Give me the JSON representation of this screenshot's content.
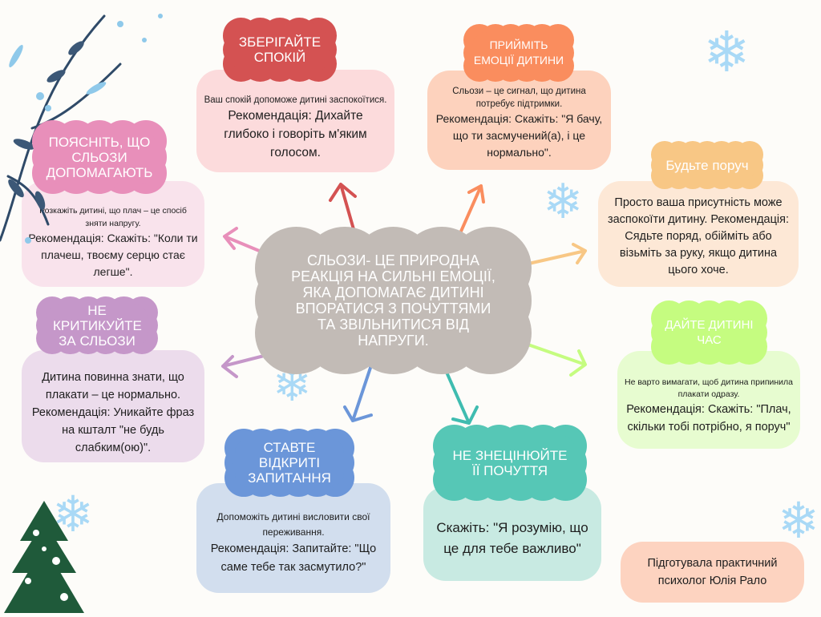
{
  "center": {
    "text": "СЛЬОЗИ- ЦЕ ПРИРОДНА РЕАКЦІЯ НА СИЛЬНІ ЕМОЦІЇ, ЯКА ДОПОМАГАЄ ДИТИНІ ВПОРАТИСЯ З ПОЧУТТЯМИ ТА ЗВІЛЬНИТИСЯ ВІД НАПРУГИ.",
    "color": "#c2bbb6"
  },
  "cards": {
    "calm": {
      "title": "ЗБЕРІГАЙТЕ СПОКІЙ",
      "intro": "Ваш спокій допоможе дитині заспокоїтися.",
      "text": "Рекомендація: Дихайте глибоко і говоріть м'яким голосом.",
      "title_color": "#d45252",
      "box_color": "#fcdbdc"
    },
    "accept": {
      "title": "ПРИЙМІТЬ ЕМОЦІЇ ДИТИНИ",
      "intro": "Сльози – це сигнал, що дитина потребує підтримки.",
      "text": "Рекомендація: Скажіть: \"Я бачу, що ти засмучений(а), і це нормально\".",
      "title_color": "#fa8d5e",
      "box_color": "#fdd2bd"
    },
    "explain": {
      "title": "ПОЯСНІТЬ, ЩО СЛЬОЗИ ДОПОМАГАЮТЬ",
      "intro": "Розкажіть дитині, що плач – це спосіб зняти напругу.",
      "text": "Рекомендація: Скажіть: \"Коли ти плачеш, твоєму серцю стає легше\".",
      "title_color": "#e88fba",
      "box_color": "#f9e3ec"
    },
    "near": {
      "title": "Будьте поруч",
      "text": "Просто ваша присутність може заспокоїти дитину. Рекомендація: Сядьте поряд, обійміть або візьміть за руку, якщо дитина цього хоче.",
      "title_color": "#f8c785",
      "box_color": "#fde8d6"
    },
    "criticize": {
      "title": "НЕ КРИТИКУЙТЕ ЗА СЛЬОЗИ",
      "text": "Дитина повинна знати, що плакати – це нормально. Рекомендація: Уникайте фраз на кшталт \"не будь слабким(ою)\".",
      "title_color": "#c597c9",
      "box_color": "#ecdcec"
    },
    "time": {
      "title": "ДАЙТЕ ДИТИНІ ЧАС",
      "intro": "Не варто вимагати, щоб дитина припинила плакати одразу.",
      "text": "Рекомендація: Скажіть: \"Плач, скільки тобі потрібно, я поруч\"",
      "title_color": "#c5fc80",
      "box_color": "#e7fcd0"
    },
    "questions": {
      "title": "СТАВТЕ ВІДКРИТІ ЗАПИТАННЯ",
      "intro": "Допоможіть дитині висловити свої переживання.",
      "text": "Рекомендація: Запитайте: \"Що саме тебе так засмутило?\"",
      "title_color": "#6b96d9",
      "box_color": "#d2deee"
    },
    "devalue": {
      "title": "НЕ ЗНЕЦІНЮЙТЕ ЇЇ ПОЧУТТЯ",
      "text": "Скажіть: \"Я розумію, що це для тебе важливо\"",
      "title_color": "#56c7b6",
      "box_color": "#c8eae2"
    }
  },
  "author": {
    "text": "Підготувала практичний психолог  Юлія Рало",
    "color": "#fdd3c0"
  }
}
